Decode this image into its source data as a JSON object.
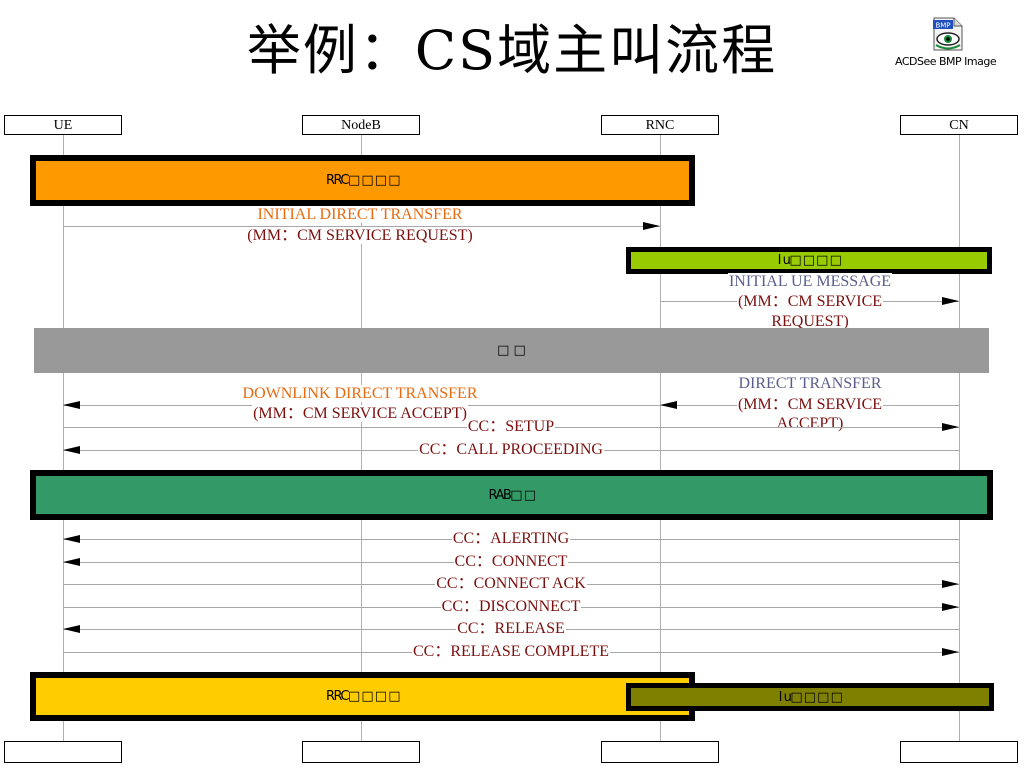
{
  "title": "举例：CS域主叫流程",
  "bmp_icon": {
    "label": "ACDSee BMP Image",
    "badge": "BMP"
  },
  "entities": [
    "UE",
    "NodeB",
    "RNC",
    "CN"
  ],
  "phases": {
    "rrc_setup": "RRC□ □ □ □",
    "iu_setup": "I u□ □ □ □",
    "gray_band": "□ □",
    "rab": "RAB□ □",
    "rrc_release": "RRC□ □ □ □",
    "iu_release": "I u□ □ □ □"
  },
  "colors": {
    "rrc": "#ff9900",
    "iu": "#99cc00",
    "gray": "#999999",
    "rab": "#339966",
    "rrc_release": "#ffcc00",
    "iu_release": "#808000",
    "label_orange": "#e86a10",
    "label_maroon": "#7a1010",
    "label_slate": "#5b5e8c"
  },
  "messages": {
    "initial_direct_transfer": {
      "line1": "INITIAL DIRECT TRANSFER",
      "line2": "(MM：CM SERVICE REQUEST)"
    },
    "initial_ue_message": {
      "line1": "INITIAL UE MESSAGE",
      "line2": "(MM：CM SERVICE",
      "line3": "REQUEST)"
    },
    "downlink_direct_transfer": {
      "line1": "DOWNLINK DIRECT TRANSFER",
      "line2": "(MM：CM SERVICE ACCEPT)"
    },
    "direct_transfer": {
      "line1": "DIRECT TRANSFER",
      "line2": "(MM：CM SERVICE",
      "line3": "ACCEPT)"
    },
    "setup": "CC：SETUP",
    "call_proceeding": "CC：CALL PROCEEDING",
    "alerting": "CC：ALERTING",
    "connect": "CC：CONNECT",
    "connect_ack": "CC：CONNECT ACK",
    "disconnect": "CC：DISCONNECT",
    "release": "CC：RELEASE",
    "release_complete": "CC：RELEASE COMPLETE"
  }
}
